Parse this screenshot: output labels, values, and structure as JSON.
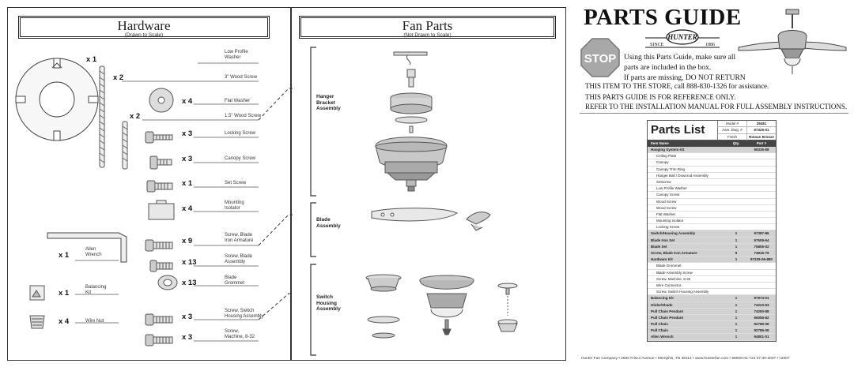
{
  "hardware": {
    "title": "Hardware",
    "subtitle": "(Drawn to Scale)",
    "items": [
      {
        "qty": "x 1",
        "label": "Low Profile\nWasher"
      },
      {
        "qty": "x 2",
        "label": "3\" Wood Screw"
      },
      {
        "qty": "x 4",
        "label": "Flat Washer"
      },
      {
        "qty": "x 2",
        "label": "1.5\" Wood Screw"
      },
      {
        "qty": "x 3",
        "label": "Locking Screw"
      },
      {
        "qty": "x 3",
        "label": "Canopy Screw"
      },
      {
        "qty": "x 1",
        "label": "Set Screw"
      },
      {
        "qty": "x 4",
        "label": "Mounting\nIsolator"
      },
      {
        "qty": "x 9",
        "label": "Screw, Blade\nIron Armature"
      },
      {
        "qty": "x 13",
        "label": "Screw, Blade\nAssembly"
      },
      {
        "qty": "x 13",
        "label": "Blade\nGrommet"
      },
      {
        "qty": "x 3",
        "label": "Screw, Switch\nHousing Assembly"
      },
      {
        "qty": "x 3",
        "label": "Screw,\nMachine, 8-32"
      },
      {
        "qty": "x 1",
        "label": "Allen\nWrench"
      },
      {
        "qty": "x 1",
        "label": "Balancing\nKit"
      },
      {
        "qty": "x 4",
        "label": "Wire Nut"
      }
    ]
  },
  "fan_parts": {
    "title": "Fan Parts",
    "subtitle": "(Not Drawn to Scale)",
    "sections": [
      "Hanger\nBracket\nAssembly",
      "Blade\nAssembly",
      "Switch\nHousing\nAssembly"
    ]
  },
  "guide": {
    "title": "PARTS GUIDE",
    "brand": "HUNTER",
    "since": "SINCE",
    "year": "1886",
    "stop": "STOP",
    "intro_1": "Using this Parts Guide, make sure all",
    "intro_2": "parts are included in the box.",
    "intro_3": "If parts are missing, DO NOT RETURN",
    "notice_1": "THIS ITEM TO THE STORE, call 888-830-1326 for assistance.",
    "notice_2": "THIS PARTS GUIDE IS FOR REFERENCE ONLY.",
    "notice_3": "REFER TO THE INSTALLATION MANUAL FOR FULL ASSEMBLY INSTRUCTIONS."
  },
  "parts_list": {
    "title": "Parts List",
    "meta": [
      {
        "k": "Model #",
        "v": "28481"
      },
      {
        "k": "Asm. Dwg. #",
        "v": "97325-01"
      },
      {
        "k": "Finish",
        "v": "Roman Bronze"
      }
    ],
    "col_name": "Item Name",
    "col_qty": "Qty.",
    "col_part": "Part #",
    "rows": [
      {
        "name": "Hanging System Kit",
        "qty": "",
        "part": "99335-88",
        "g": true
      },
      {
        "name": "Ceiling Plate",
        "qty": "",
        "part": "",
        "g": false
      },
      {
        "name": "Canopy",
        "qty": "",
        "part": "",
        "g": false
      },
      {
        "name": "Canopy Trim Ring",
        "qty": "",
        "part": "",
        "g": false
      },
      {
        "name": "Hanger Ball / Downrod Assembly",
        "qty": "",
        "part": "",
        "g": false
      },
      {
        "name": "Setscrew",
        "qty": "",
        "part": "",
        "g": false
      },
      {
        "name": "Low Profile Washer",
        "qty": "",
        "part": "",
        "g": false
      },
      {
        "name": "Canopy Screw",
        "qty": "",
        "part": "",
        "g": false
      },
      {
        "name": "Wood Screw",
        "qty": "",
        "part": "",
        "g": false
      },
      {
        "name": "Wood Screw",
        "qty": "",
        "part": "",
        "g": false
      },
      {
        "name": "Flat Washer",
        "qty": "",
        "part": "",
        "g": false
      },
      {
        "name": "Mounting Isolator",
        "qty": "",
        "part": "",
        "g": false
      },
      {
        "name": "Locking Screw",
        "qty": "",
        "part": "",
        "g": false
      },
      {
        "name": "Switch/Housing Assembly",
        "qty": "1",
        "part": "97387-86",
        "g": true
      },
      {
        "name": "Blade Iron Set",
        "qty": "1",
        "part": "97509-64",
        "g": true
      },
      {
        "name": "Blade Set",
        "qty": "1",
        "part": "75806-02",
        "g": true
      },
      {
        "name": "Screw, Blade Iron Armature",
        "qty": "9",
        "part": "74815-76",
        "g": true
      },
      {
        "name": "Hardware Kit",
        "qty": "1",
        "part": "97229-06-880",
        "g": true
      },
      {
        "name": "Blade Grommet",
        "qty": "",
        "part": "",
        "g": false
      },
      {
        "name": "Blade Assembly Screw",
        "qty": "",
        "part": "",
        "g": false
      },
      {
        "name": "Screw, Machine, 8-32",
        "qty": "",
        "part": "",
        "g": false
      },
      {
        "name": "Wire Connector",
        "qty": "",
        "part": "",
        "g": false
      },
      {
        "name": "Screw, Switch Housing Assembly",
        "qty": "",
        "part": "",
        "g": false
      },
      {
        "name": "Balancing Kit",
        "qty": "1",
        "part": "97974-01",
        "g": true
      },
      {
        "name": "Globe/Shade",
        "qty": "1",
        "part": "74223-63",
        "g": true
      },
      {
        "name": "Pull Chain Pendant",
        "qty": "1",
        "part": "74260-88",
        "g": true
      },
      {
        "name": "Pull Chain Pendant",
        "qty": "1",
        "part": "65056-82",
        "g": true
      },
      {
        "name": "Pull Chain",
        "qty": "1",
        "part": "92786-06",
        "g": true
      },
      {
        "name": "Pull Chain",
        "qty": "1",
        "part": "92786-06",
        "g": true
      },
      {
        "name": "Allen Wrench",
        "qty": "1",
        "part": "94801-01",
        "g": true
      }
    ]
  },
  "footer": "Hunter Fan Company  •  2500 Frisco Avenue  •  Memphis, TN 38114  •  www.hunterfan.com  •  98000-01-724  07-30-2007  •  c2007"
}
